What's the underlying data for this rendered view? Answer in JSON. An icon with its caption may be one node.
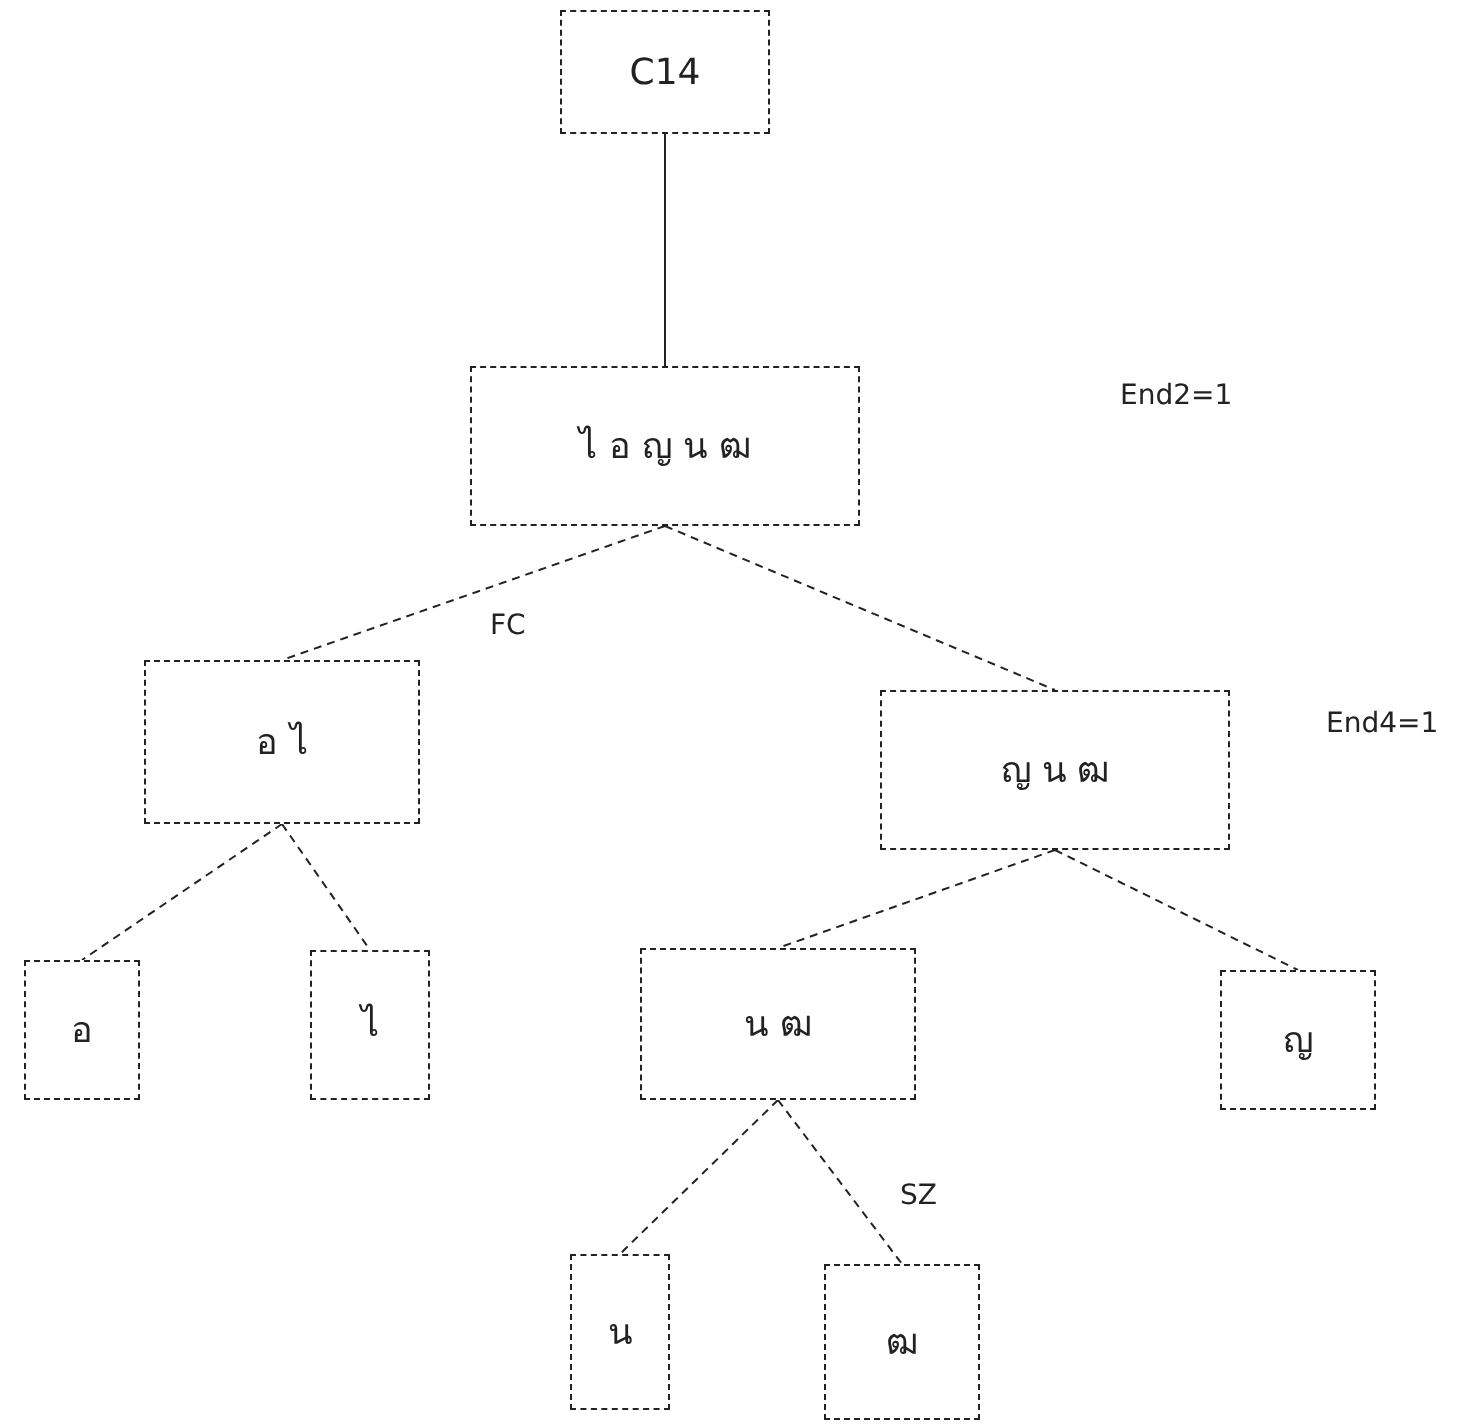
{
  "diagram": {
    "nodes": [
      {
        "text": [
          "C14"
        ]
      },
      {
        "text": [
          "ไ อ ญ น ฒ"
        ]
      },
      {
        "text": [
          "อ ไ"
        ]
      },
      {
        "text": [
          "ญ น ฒ"
        ]
      },
      {
        "text": [
          "อ"
        ]
      },
      {
        "text": [
          "ไ"
        ]
      },
      {
        "text": [
          "น ฒ"
        ]
      },
      {
        "text": [
          "ญ"
        ]
      },
      {
        "text": [
          "น"
        ]
      },
      {
        "text": [
          "ฒ"
        ]
      }
    ],
    "edges": [
      {
        "from": 0,
        "to": 1,
        "arrow": "none"
      },
      {
        "from": 1,
        "to": 2,
        "arrow": "none",
        "style": "dashed"
      },
      {
        "from": 1,
        "to": 3,
        "arrow": "none",
        "style": "dashed"
      },
      {
        "from": 2,
        "to": 4,
        "arrow": "none",
        "style": "dashed"
      },
      {
        "from": 2,
        "to": 5,
        "arrow": "none",
        "style": "dashed"
      },
      {
        "from": 3,
        "to": 6,
        "arrow": "none",
        "style": "dashed"
      },
      {
        "from": 3,
        "to": 7,
        "arrow": "none",
        "style": "dashed"
      },
      {
        "from": 6,
        "to": 8,
        "arrow": "none",
        "style": "dashed"
      },
      {
        "from": 6,
        "to": 9,
        "arrow": "none",
        "style": "dashed"
      }
    ],
    "labels": [
      "End2=1",
      "FC",
      "End4=1",
      "SZ"
    ]
  }
}
